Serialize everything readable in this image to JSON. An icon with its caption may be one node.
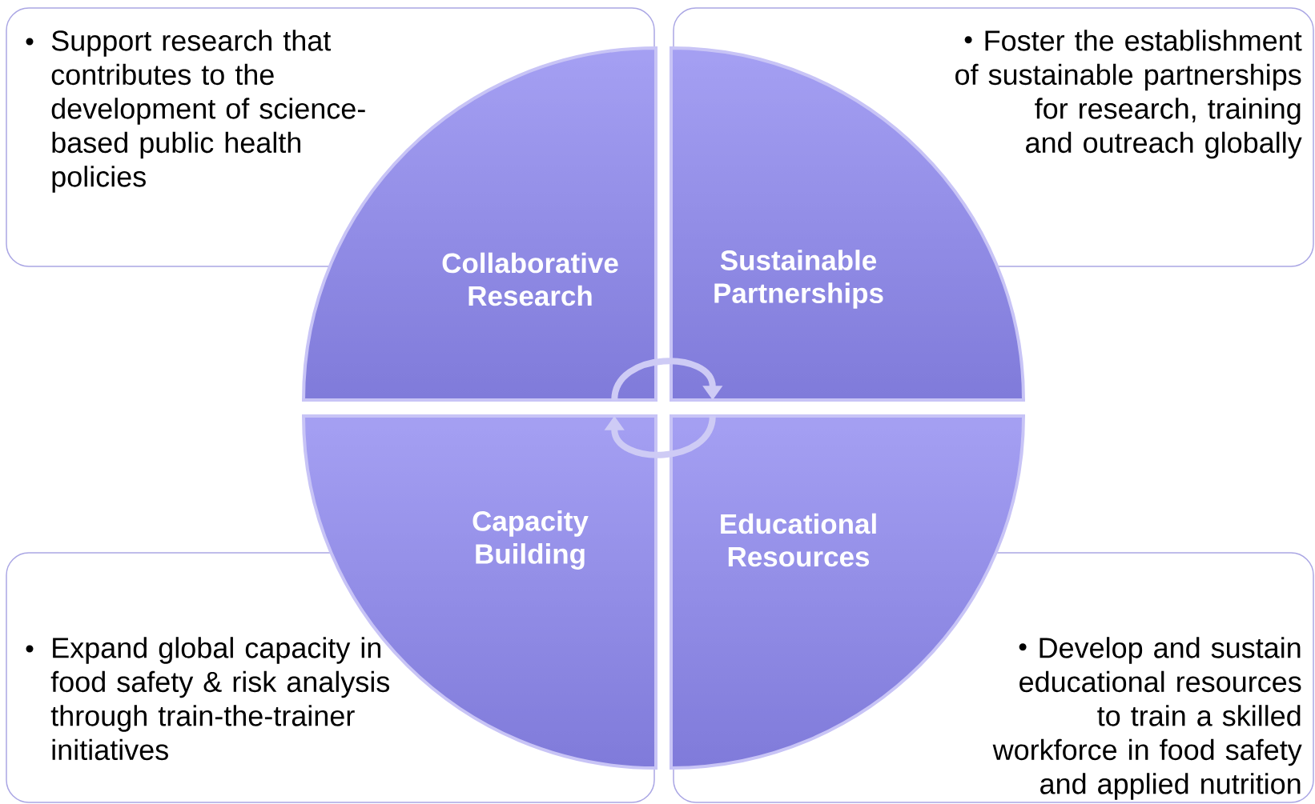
{
  "diagram": {
    "nodes": [
      {
        "text": [
          "Support research that contributes to the development of science-based public health policies"
        ]
      },
      {
        "text": [
          "Foster the establishment of sustainable partnerships for research, training and outreach globally"
        ]
      },
      {
        "text": [
          "Expand global capacity in food safety & risk analysis through train-the-trainer initiatives"
        ]
      },
      {
        "text": [
          "Develop and sustain educational resources to train a skilled workforce in food safety and applied nutrition"
        ]
      },
      {
        "text": [
          "Collaborative Research"
        ]
      },
      {
        "text": [
          "Sustainable Partnerships"
        ]
      },
      {
        "text": [
          "Capacity Building"
        ]
      },
      {
        "text": [
          "Educational Resources"
        ]
      }
    ],
    "edges": [
      {
        "from": 4,
        "to": 5,
        "arrow": "to"
      },
      {
        "from": 7,
        "to": 6,
        "arrow": "to"
      }
    ]
  }
}
